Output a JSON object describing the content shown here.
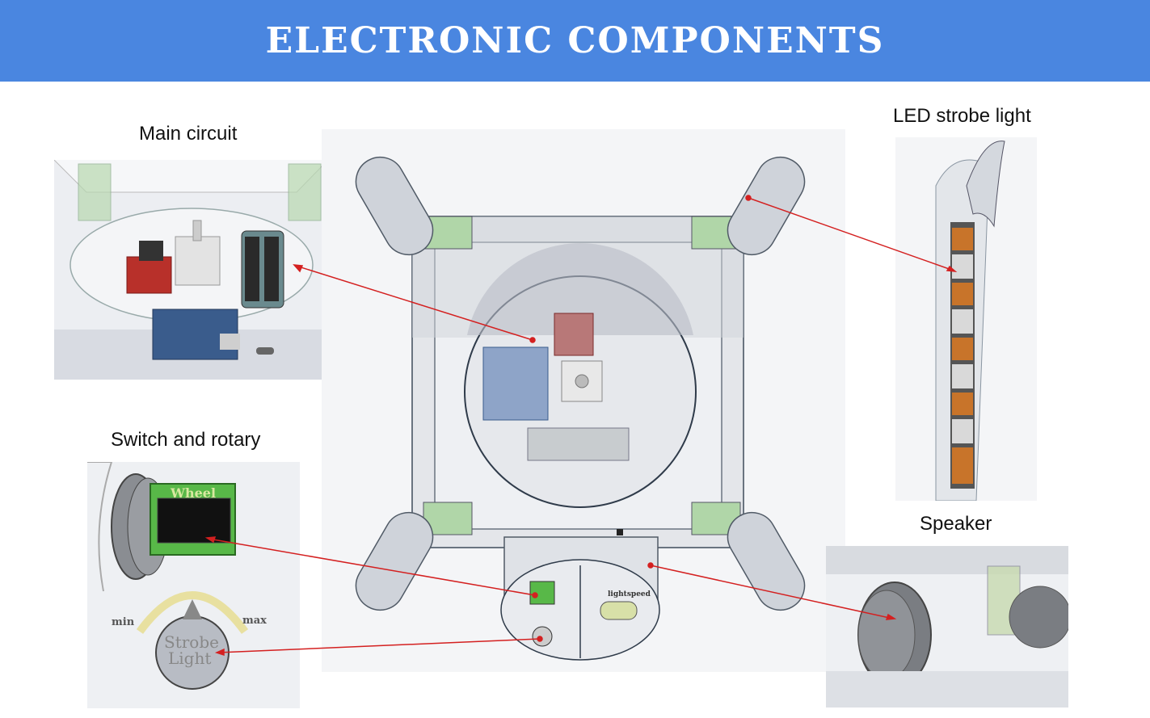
{
  "header": {
    "title": "ELECTRONIC  COMPONENTS"
  },
  "labels": {
    "main_circuit": "Main circuit",
    "led_strobe": "LED strobe light",
    "switch_rotary": "Switch and rotary",
    "speaker": "Speaker"
  },
  "model_text": {
    "wheel": "Wheel",
    "min": "min",
    "max": "max",
    "strobe": "Strobe",
    "light": "Light",
    "lightspeed": "lightspeed"
  },
  "colors": {
    "banner": "#4a86e0",
    "connector": "#d42020",
    "led": "#c8742a",
    "board_blue": "#3a5c8c",
    "driver_red": "#b8302a",
    "module_green": "#58b848"
  }
}
